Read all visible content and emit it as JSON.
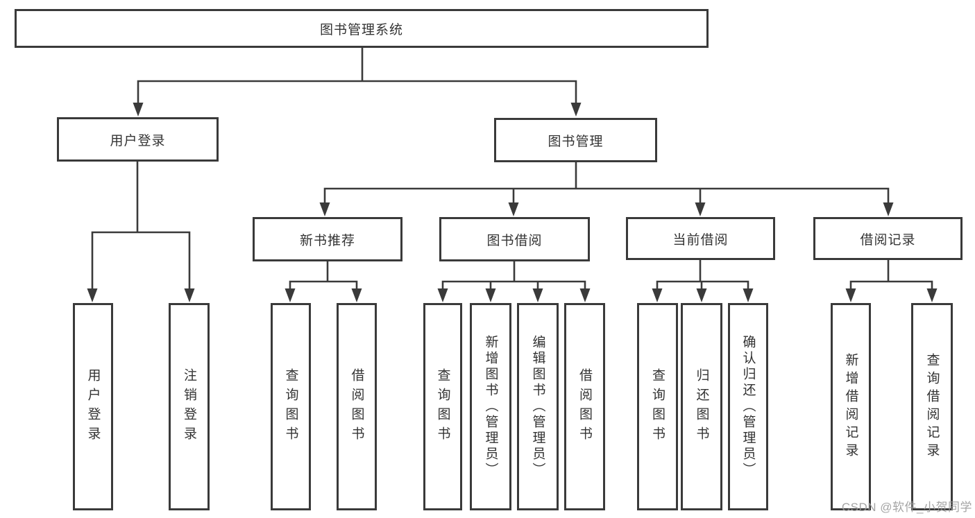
{
  "diagram": {
    "root": {
      "label": "图书管理系统"
    },
    "user_login": {
      "label": "用户登录",
      "children": [
        {
          "label": "用户登录"
        },
        {
          "label": "注销登录"
        }
      ]
    },
    "book_mgmt": {
      "label": "图书管理",
      "groups": [
        {
          "label": "新书推荐",
          "children": [
            {
              "label": "查询图书"
            },
            {
              "label": "借阅图书"
            }
          ]
        },
        {
          "label": "图书借阅",
          "children": [
            {
              "label": "查询图书"
            },
            {
              "label": "新增图书（管理员）"
            },
            {
              "label": "编辑图书（管理员）"
            },
            {
              "label": "借阅图书"
            }
          ]
        },
        {
          "label": "当前借阅",
          "children": [
            {
              "label": "查询图书"
            },
            {
              "label": "归还图书"
            },
            {
              "label": "确认归还（管理员）"
            }
          ]
        },
        {
          "label": "借阅记录",
          "children": [
            {
              "label": "新增借阅记录"
            },
            {
              "label": "查询借阅记录"
            }
          ]
        }
      ]
    },
    "colors": {
      "line": "#3a3a3a",
      "text": "#333333",
      "watermark": "#9b9b9b",
      "background": "#ffffff"
    }
  },
  "watermark": "CSDN @软件_小贺同学"
}
